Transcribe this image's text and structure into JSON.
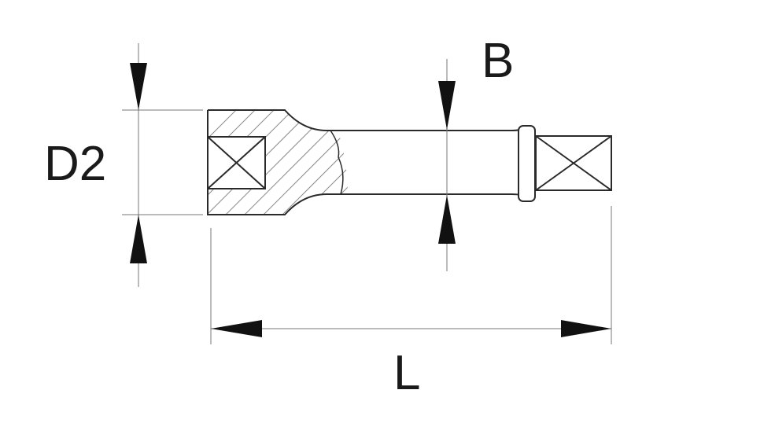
{
  "diagram": {
    "labels": {
      "diameter": "D2",
      "shaft": "B",
      "length": "L"
    },
    "colors": {
      "line": "#2a2a2a",
      "hatch": "#8a8a8a",
      "arrow": "#111111"
    }
  }
}
